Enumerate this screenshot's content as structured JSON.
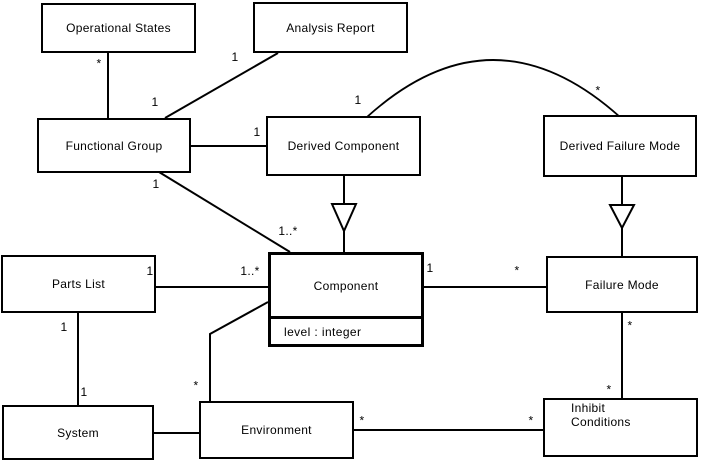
{
  "diagram": {
    "type": "uml-class-diagram",
    "colors": {
      "background": "#ffffff",
      "line": "#000000",
      "box_border": "#000000",
      "box_fill": "#ffffff",
      "text": "#000000"
    },
    "nodes": {
      "operational_states": {
        "label": "Operational States"
      },
      "analysis_report": {
        "label": "Analysis Report"
      },
      "functional_group": {
        "label": "Functional Group"
      },
      "derived_component": {
        "label": "Derived Component"
      },
      "derived_failure_mode": {
        "label": "Derived Failure Mode"
      },
      "parts_list": {
        "label": "Parts List"
      },
      "component": {
        "label": "Component",
        "attribute": "level : integer"
      },
      "failure_mode": {
        "label": "Failure Mode"
      },
      "system": {
        "label": "System"
      },
      "environment": {
        "label": "Environment"
      },
      "inhibit_conditions": {
        "label_line1": "Inhibit",
        "label_line2": "Conditions"
      }
    },
    "multiplicities": {
      "operational_states_end": "*",
      "analysis_report_end": "1",
      "functional_group_analysis_end": "1",
      "derived_component_end": "1",
      "functional_group_component_end": "1",
      "component_functional_group_end": "1..*",
      "derived_component_arc_end": "1",
      "derived_failure_mode_arc_end": "*",
      "parts_list_component_end": "1",
      "component_parts_list_end": "1..*",
      "component_failure_mode_end": "1",
      "failure_mode_component_end": "*",
      "parts_list_system_end": "1",
      "system_parts_list_end": "1",
      "environment_component_end": "*",
      "environment_inhibit_end": "*",
      "inhibit_environment_end": "*",
      "failure_mode_inhibit_end": "*",
      "inhibit_failure_mode_end": "*"
    }
  }
}
